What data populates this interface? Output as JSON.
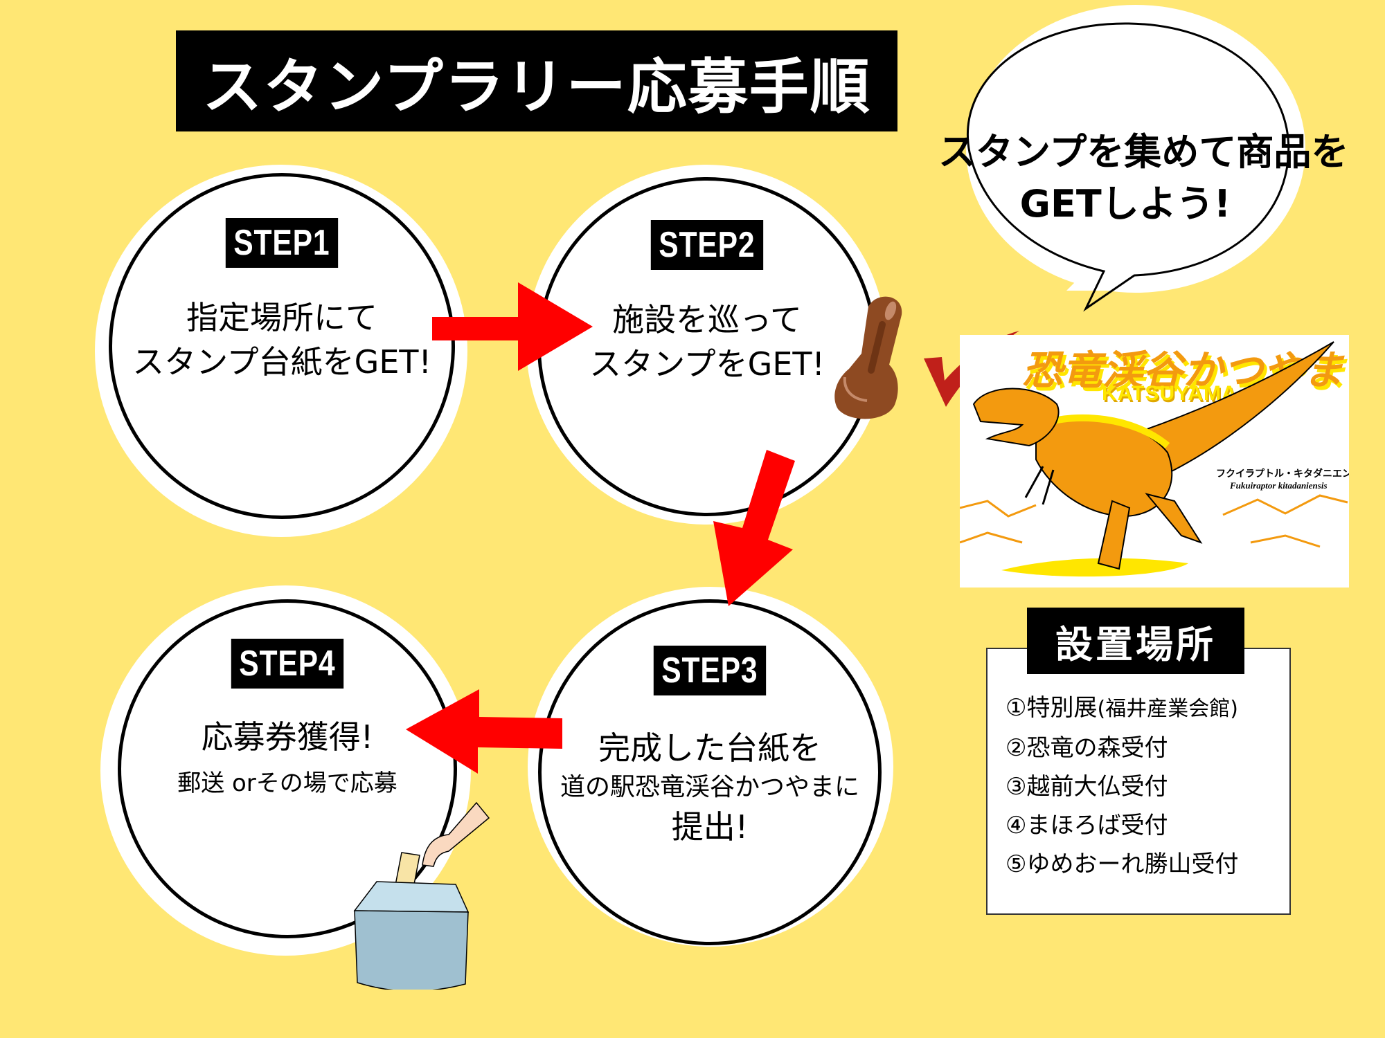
{
  "title": "スタンプラリー応募手順",
  "steps": [
    {
      "badge": "STEP1",
      "lines": [
        "指定場所にて",
        "スタンプ台紙をGET!"
      ]
    },
    {
      "badge": "STEP2",
      "lines": [
        "施設を巡って",
        "スタンプをGET!"
      ]
    },
    {
      "badge": "STEP3",
      "lines": [
        "完成した台紙を",
        "道の駅恐竜渓谷かつやまに",
        "提出!"
      ]
    },
    {
      "badge": "STEP4",
      "lines": [
        "応募券獲得!",
        "郵送 orその場で応募"
      ]
    }
  ],
  "bubble": {
    "line1": "スタンプを集めて商品を",
    "line2": "GETしよう!"
  },
  "dino_card": {
    "title": "恐竜渓谷かつやま",
    "subtitle": "KATSUYAMA",
    "species_jp": "フクイラプトル・キタダニエンシス",
    "species_latin": "Fukuiraptor kitadaniensis"
  },
  "locations": {
    "header": "設置場所",
    "items": [
      {
        "label": "①特別展",
        "note": "(福井産業会館)"
      },
      {
        "label": "②恐竜の森受付",
        "note": ""
      },
      {
        "label": "③越前大仏受付",
        "note": ""
      },
      {
        "label": "④まほろば受付",
        "note": ""
      },
      {
        "label": "⑤ゆめおーれ勝山受付",
        "note": ""
      }
    ]
  },
  "colors": {
    "background": "#FFE774",
    "arrow": "#FF0000",
    "stamp": "#8B4513",
    "check": "#C0201A",
    "dino_orange": "#F39A0F",
    "dino_yellow": "#FFE600"
  }
}
